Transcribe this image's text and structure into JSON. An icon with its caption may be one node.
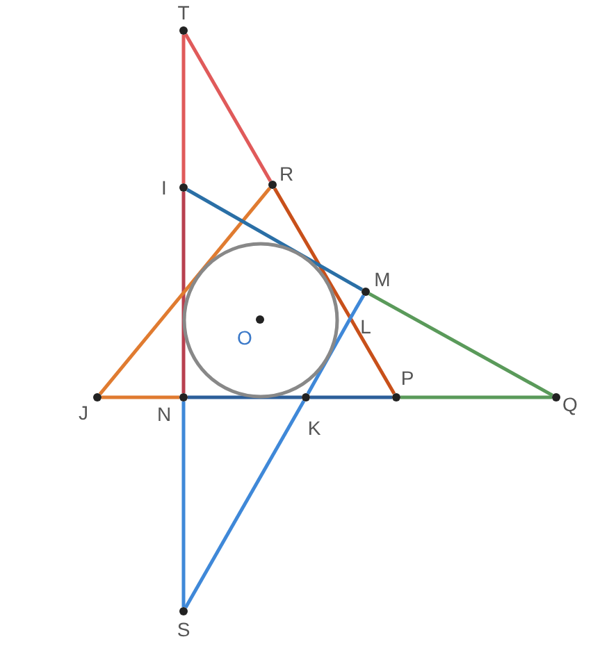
{
  "diagram": {
    "nodes": [
      {
        "text": [
          "T"
        ]
      },
      {
        "text": [
          "R"
        ]
      },
      {
        "text": [
          "I"
        ]
      },
      {
        "text": [
          "M"
        ]
      },
      {
        "text": [],
        "shape": "circle"
      },
      {
        "text": [
          "O"
        ],
        "in": 4
      },
      {
        "text": [
          "L"
        ]
      },
      {
        "text": [
          "J"
        ]
      },
      {
        "text": [
          "N"
        ]
      },
      {
        "text": [
          "K"
        ]
      },
      {
        "text": [
          "P"
        ]
      },
      {
        "text": [
          "Q"
        ]
      },
      {
        "text": [
          "S"
        ]
      }
    ],
    "edges": [
      {
        "from": 0,
        "to": 2,
        "arrow": "none",
        "color": "#e05a5a"
      },
      {
        "from": 2,
        "to": 8,
        "arrow": "none",
        "color": "#b8404f"
      },
      {
        "from": 0,
        "to": 1,
        "arrow": "none",
        "color": "#e05a5a"
      },
      {
        "from": 1,
        "to": 6,
        "arrow": "none",
        "color": "#c8501a"
      },
      {
        "from": 6,
        "to": 10,
        "arrow": "none",
        "color": "#c8501a"
      },
      {
        "from": 7,
        "to": 1,
        "arrow": "none",
        "color": "#e07b30"
      },
      {
        "from": 7,
        "to": 8,
        "arrow": "none",
        "color": "#e07b30"
      },
      {
        "from": 2,
        "to": 3,
        "arrow": "none",
        "color": "#2a6fa6"
      },
      {
        "from": 8,
        "to": 9,
        "arrow": "none",
        "color": "#2d5f9a"
      },
      {
        "from": 9,
        "to": 10,
        "arrow": "none",
        "color": "#2d5f9a"
      },
      {
        "from": 3,
        "to": 11,
        "arrow": "none",
        "color": "#5a9a5a"
      },
      {
        "from": 10,
        "to": 11,
        "arrow": "none",
        "color": "#5a9a5a"
      },
      {
        "from": 8,
        "to": 12,
        "arrow": "none",
        "color": "#3f88d8"
      },
      {
        "from": 12,
        "to": 9,
        "arrow": "none",
        "color": "#3f88d8"
      },
      {
        "from": 9,
        "to": 6,
        "arrow": "none",
        "color": "#3f88d8"
      },
      {
        "from": 6,
        "to": 3,
        "arrow": "none",
        "color": "#3f88d8"
      }
    ]
  }
}
